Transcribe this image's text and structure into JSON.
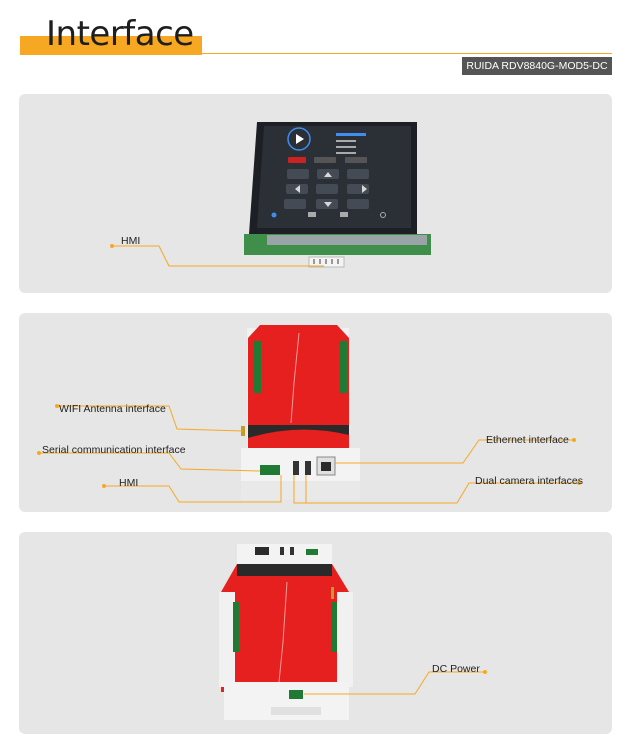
{
  "header": {
    "title": "Interface",
    "model": "RUIDA RDV8840G-MOD5-DC"
  },
  "panel1": {
    "labels": {
      "hmi": "HMI"
    }
  },
  "panel2": {
    "labels": {
      "wifi": "WIFI Antenna interface",
      "serial": "Serial communication interface",
      "hmi": "HMI",
      "ethernet": "Ethernet interface",
      "camera": "Dual camera interfaces"
    }
  },
  "panel3": {
    "labels": {
      "dc_power": "DC Power"
    }
  },
  "colors": {
    "accent": "#f7a823",
    "board_red": "#e5201f",
    "terminal_green": "#1f7a34",
    "panel_bg": "#e6e6e6"
  }
}
